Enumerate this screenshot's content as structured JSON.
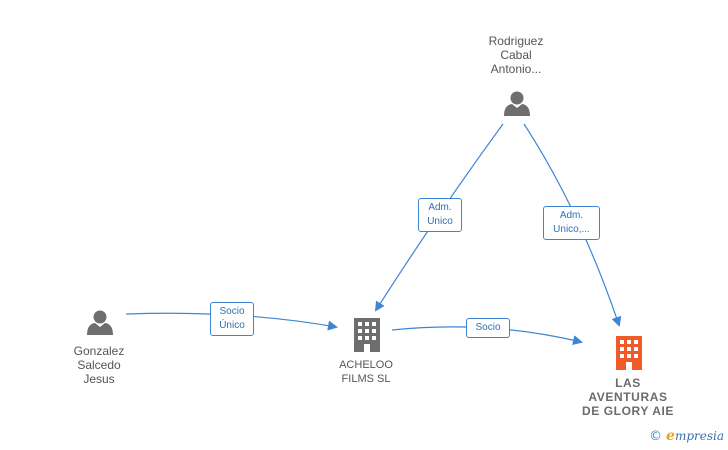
{
  "nodes": {
    "rodriguez": {
      "label": "Rodriguez\nCabal\nAntonio..."
    },
    "gonzalez": {
      "label": "Gonzalez\nSalcedo\nJesus"
    },
    "acheloo": {
      "label": "ACHELOO\nFILMS  SL"
    },
    "las_aventuras": {
      "label": "LAS\nAVENTURAS\nDE GLORY AIE"
    }
  },
  "edges": {
    "rodriguez_acheloo": {
      "label": "Adm.\nUnico"
    },
    "rodriguez_aventuras": {
      "label": "Adm.\nUnico,..."
    },
    "gonzalez_acheloo": {
      "label": "Socio\nÚnico"
    },
    "acheloo_aventuras": {
      "label": "Socio"
    }
  },
  "colors": {
    "edge": "#3d86d6",
    "person_icon": "#6e6e6e",
    "company_icon": "#6e6e6e",
    "target_company_icon": "#f05a28"
  },
  "brand": {
    "copyright": "©",
    "initial": "e",
    "name": "mpresia"
  }
}
